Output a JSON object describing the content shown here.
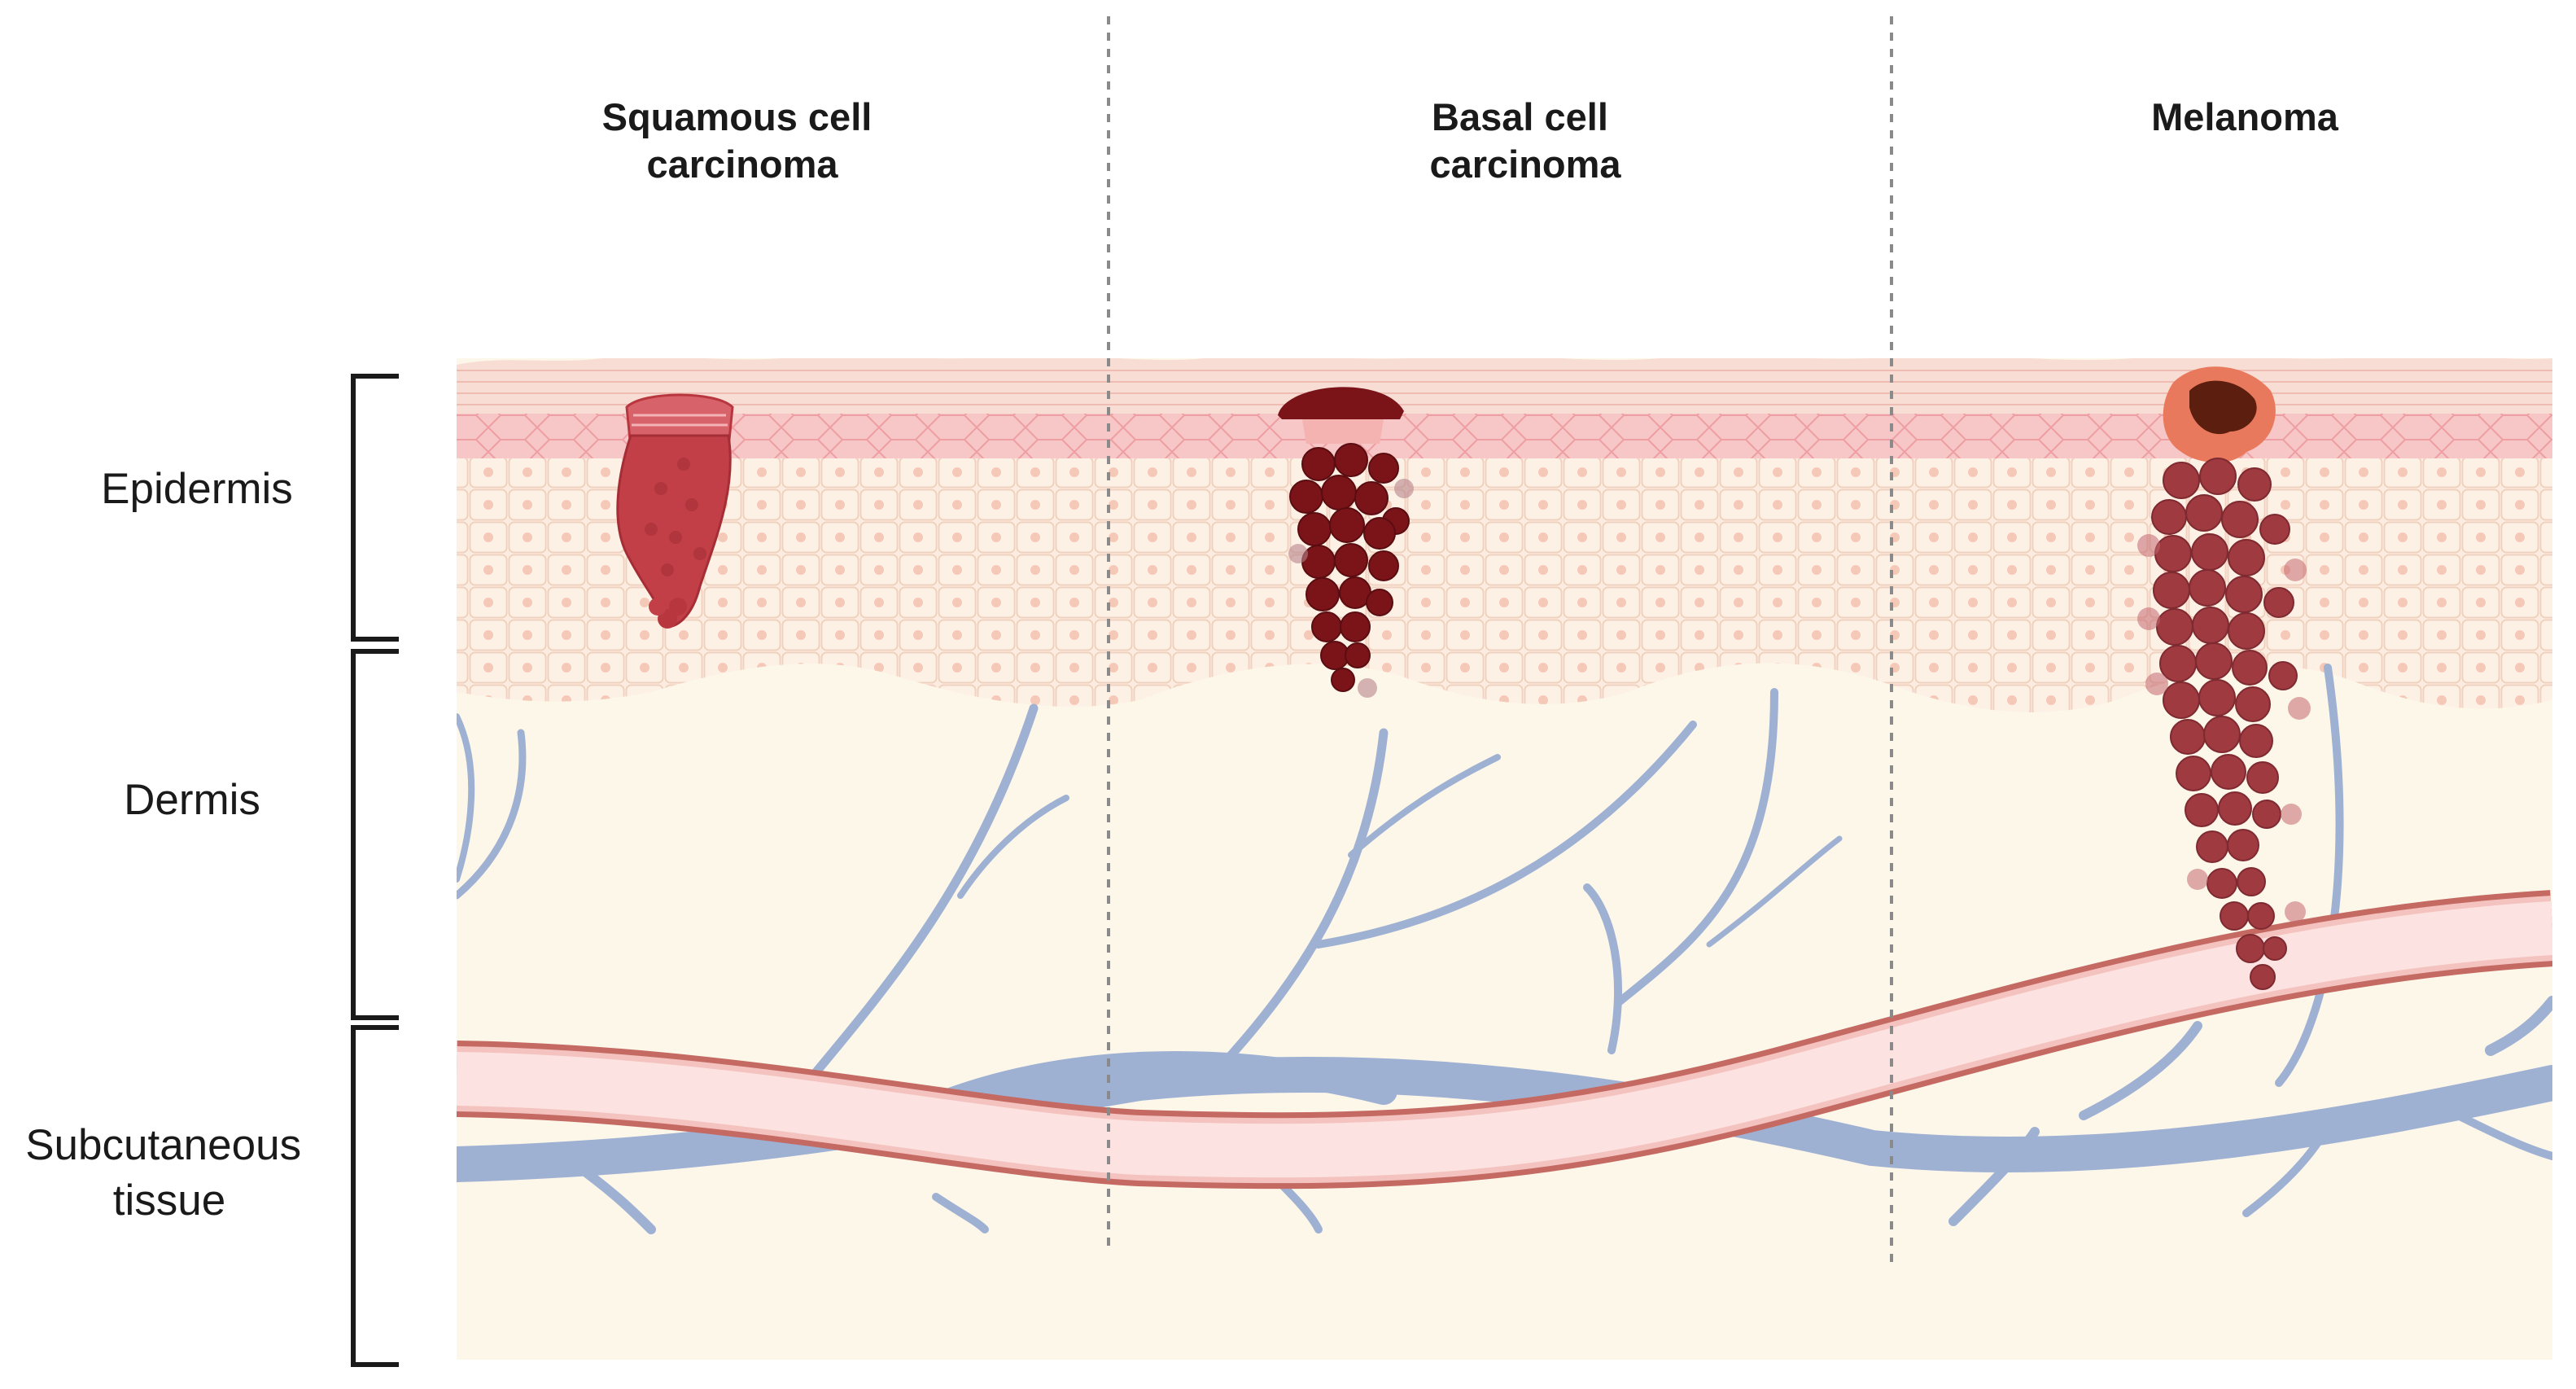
{
  "columns": [
    {
      "title_lines": [
        "Squamous cell",
        "carcinoma"
      ]
    },
    {
      "title_lines": [
        "Basal cell",
        "carcinoma"
      ]
    },
    {
      "title_lines": [
        "Melanoma"
      ]
    }
  ],
  "layers": [
    {
      "label_lines": [
        "Epidermis"
      ]
    },
    {
      "label_lines": [
        "Dermis"
      ]
    },
    {
      "label_lines": [
        "Subcutaneous",
        "tissue"
      ]
    }
  ],
  "colors": {
    "background": "#ffffff",
    "tissue": "#fdf7ea",
    "stratum_corneum": "#f6d7cf",
    "stratum_spinosum": "#f7c4c4",
    "basal_cells": "#f9e8da",
    "vein": "#9fb1d3",
    "artery_wall": "#c46a63",
    "artery_lumen": "#fce3e1",
    "scc_tumor": "#b8373e",
    "bcc_tumor": "#7a1419",
    "melanoma_tumor": "#9e3a40",
    "divider": "#8a8a8a",
    "bracket": "#1a1a1a"
  }
}
